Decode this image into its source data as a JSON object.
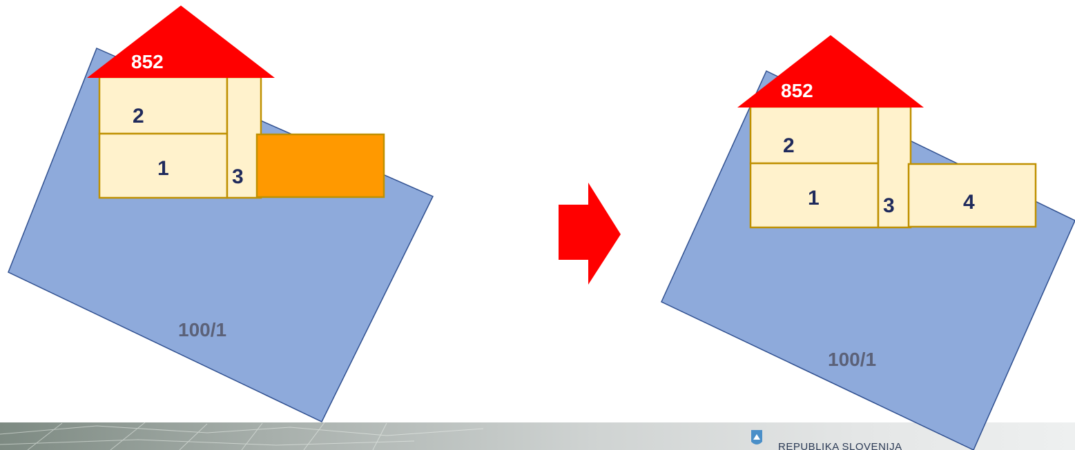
{
  "before": {
    "building_number": "852",
    "parcel_number": "100/1",
    "rooms": [
      "1",
      "2",
      "3"
    ]
  },
  "after": {
    "building_number": "852",
    "parcel_number": "100/1",
    "rooms": [
      "1",
      "2",
      "3",
      "4"
    ]
  },
  "footer": {
    "country_text": "REPUBLIKA SLOVENIJA"
  },
  "colors": {
    "parcel": "#8eaadb",
    "room": "#fff2cc",
    "room_border": "#bf9000",
    "annex_unlabeled": "#ff9900",
    "roof": "#ff0000",
    "arrow": "#ff0000",
    "label_dark": "#1f2a5c"
  },
  "icons": {
    "transition": "right-arrow-icon",
    "emblem": "coat-of-arms-icon"
  }
}
